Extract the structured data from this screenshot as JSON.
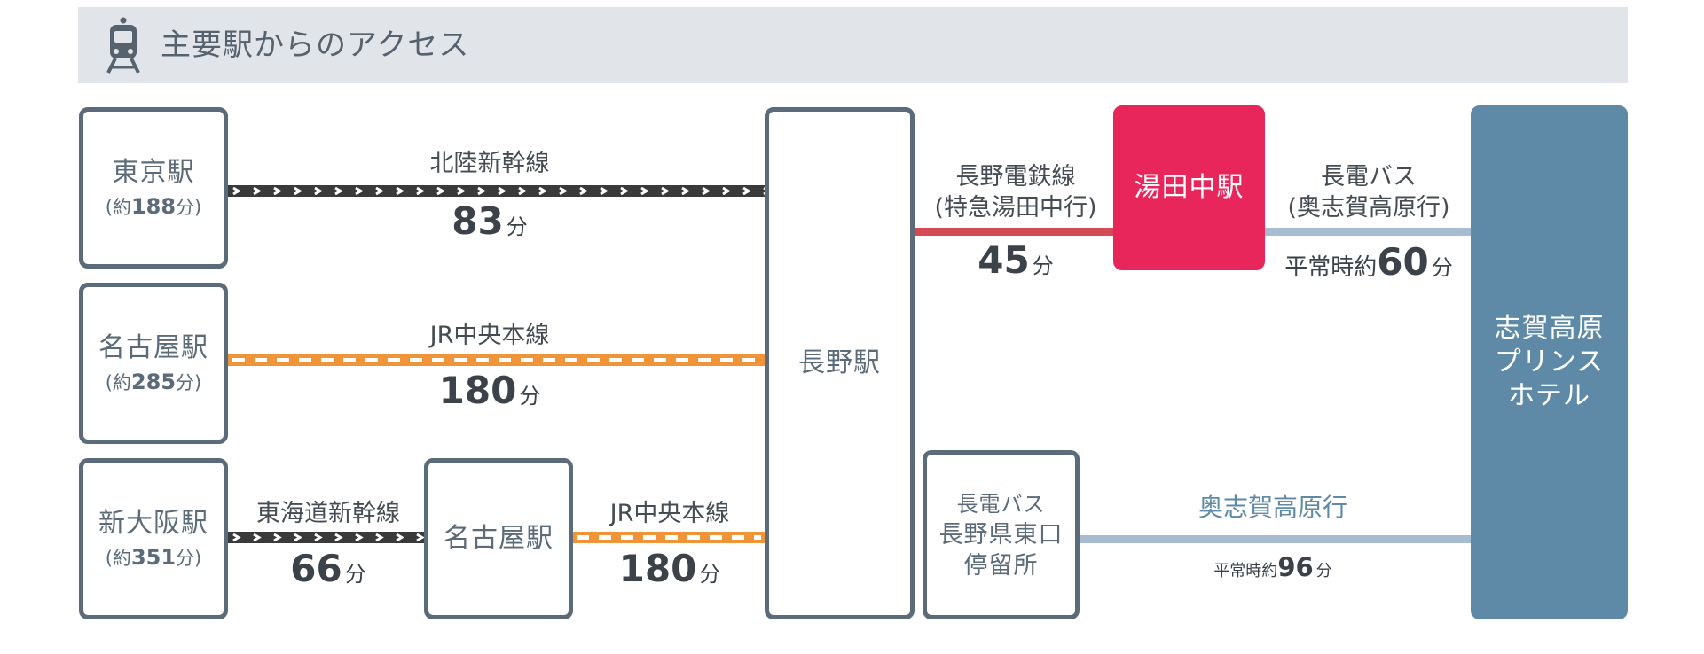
{
  "header": {
    "title": "主要駅からのアクセス",
    "icon": "train-icon"
  },
  "stations": {
    "tokyo": {
      "name": "東京駅",
      "sub_pre": "(約",
      "sub_val": "188",
      "sub_post": "分)"
    },
    "nagoya_origin": {
      "name": "名古屋駅",
      "sub_pre": "(約",
      "sub_val": "285",
      "sub_post": "分)"
    },
    "shin_osaka": {
      "name": "新大阪駅",
      "sub_pre": "(約",
      "sub_val": "351",
      "sub_post": "分)"
    },
    "nagoya_transfer": {
      "name": "名古屋駅"
    },
    "nagano": {
      "name": "長野駅"
    },
    "yudanaka": {
      "name": "湯田中駅"
    },
    "bus_stop": {
      "line1": "長電バス",
      "line2": "長野県東口",
      "line3": "停留所"
    },
    "hotel": {
      "line1": "志賀高原",
      "line2": "プリンス",
      "line3": "ホテル"
    }
  },
  "routes": {
    "tokyo_nagano": {
      "name": "北陸新幹線",
      "time": "83",
      "unit": "分"
    },
    "nagoya_nagano": {
      "name": "JR中央本線",
      "time": "180",
      "unit": "分"
    },
    "osaka_nagoya": {
      "name": "東海道新幹線",
      "time": "66",
      "unit": "分"
    },
    "nagoya2_nagano": {
      "name": "JR中央本線",
      "time": "180",
      "unit": "分"
    },
    "nagano_yudanaka": {
      "name1": "長野電鉄線",
      "name2": "(特急湯田中行)",
      "time": "45",
      "unit": "分"
    },
    "yudanaka_hotel": {
      "name1": "長電バス",
      "name2": "(奥志賀高原行)",
      "prefix": "平常時約",
      "time": "60",
      "unit": "分"
    },
    "bus_hotel": {
      "name": "奥志賀高原行",
      "prefix": "平常時約",
      "time": "96",
      "unit": "分"
    }
  },
  "colors": {
    "shinkansen": "#3a3a3a",
    "jr_chuo": "#ef9438",
    "nagano_dentetsu": "#d44b55",
    "bus": "#a6bdd1",
    "yudanaka_box": "#e8265b",
    "hotel_box": "#5f8aa7",
    "box_border": "#5b6b79"
  }
}
